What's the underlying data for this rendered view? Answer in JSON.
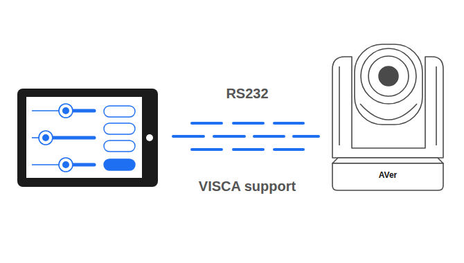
{
  "diagram": {
    "labels": [
      "RS232",
      "VISCA support",
      "AVer"
    ]
  }
}
